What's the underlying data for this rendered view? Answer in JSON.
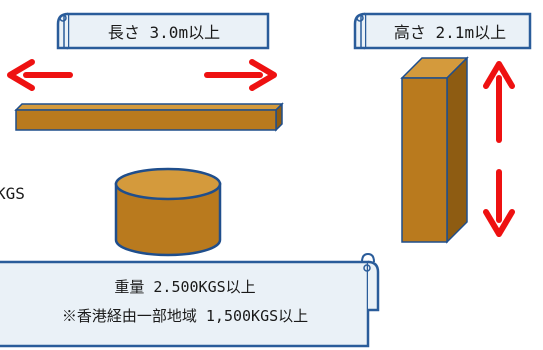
{
  "banners": {
    "length_text": "長さ 3.0m以上",
    "height_text": "高さ 2.1m以上",
    "weight_line1": "重量 2.500KGS以上",
    "weight_line2": "※香港経由一部地域 1,500KGS以上"
  },
  "side_text": "KGS",
  "colors": {
    "wood": "#B97A1E",
    "wood_top": "#D49A3C",
    "wood_side": "#8E5C12",
    "outline": "#1F4E8C",
    "arrow": "#EE1111",
    "banner_fill": "#EAF1F7",
    "banner_border": "#2A5C9A"
  },
  "icons": [
    "arrow-left-icon",
    "arrow-right-icon",
    "arrow-up-icon",
    "arrow-down-icon"
  ]
}
